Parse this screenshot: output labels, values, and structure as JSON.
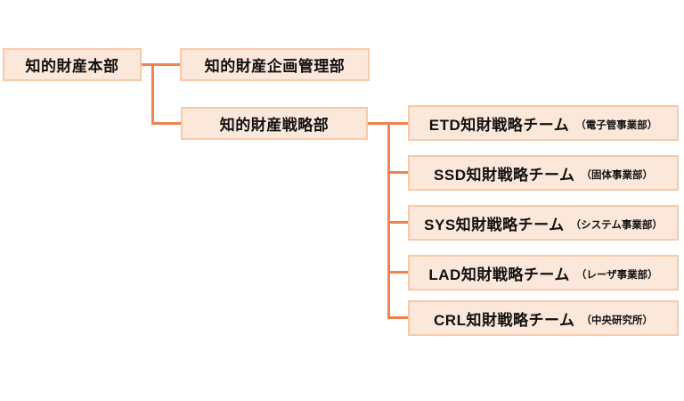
{
  "colors": {
    "page_bg": "#ffffff",
    "box_fill": "#fce8da",
    "box_border": "#f8c9a8",
    "connector": "#f0824e",
    "text_color": "#111111"
  },
  "nodes": {
    "headquarters": {
      "label": "知的財産本部"
    },
    "planning": {
      "label": "知的財産企画管理部"
    },
    "strategy": {
      "label": "知的財産戦略部"
    }
  },
  "teams": [
    {
      "label": "ETD知財戦略チーム",
      "org": "（電子管事業部）"
    },
    {
      "label": "SSD知財戦略チーム",
      "org": "（固体事業部）"
    },
    {
      "label": "SYS知財戦略チーム",
      "org": "（システム事業部）"
    },
    {
      "label": "LAD知財戦略チーム",
      "org": "（レーザ事業部）"
    },
    {
      "label": "CRL知財戦略チーム",
      "org": "（中央研究所）"
    }
  ]
}
